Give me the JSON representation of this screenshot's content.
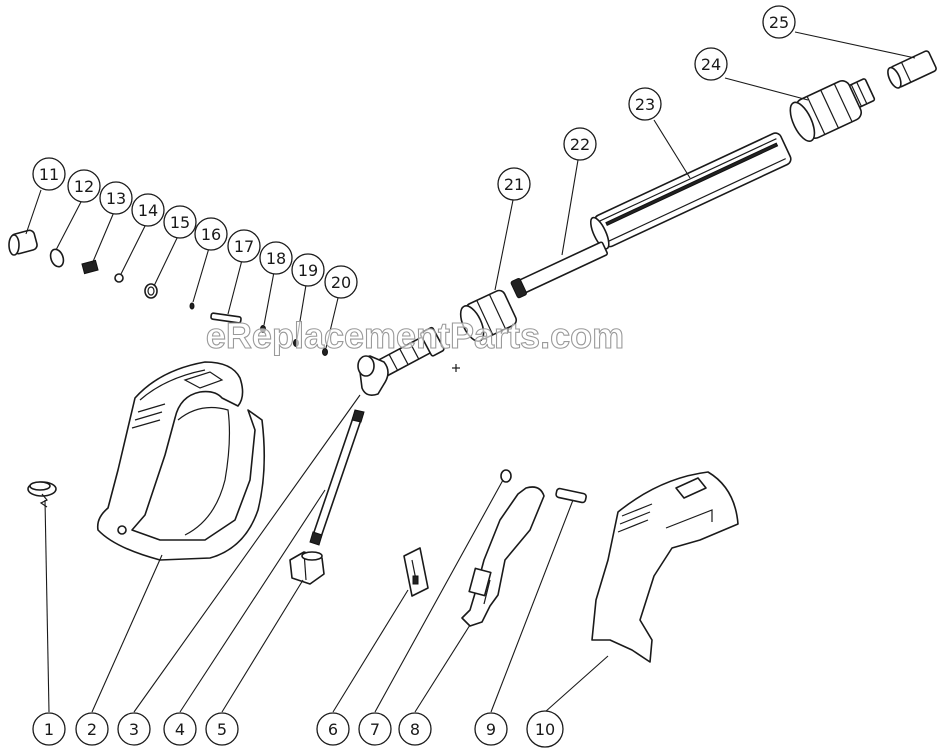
{
  "watermark": "eReplacementParts.com",
  "callouts": [
    "1",
    "2",
    "3",
    "4",
    "5",
    "6",
    "7",
    "8",
    "9",
    "10",
    "11",
    "12",
    "13",
    "14",
    "15",
    "16",
    "17",
    "18",
    "19",
    "20",
    "21",
    "22",
    "23",
    "24",
    "25"
  ]
}
